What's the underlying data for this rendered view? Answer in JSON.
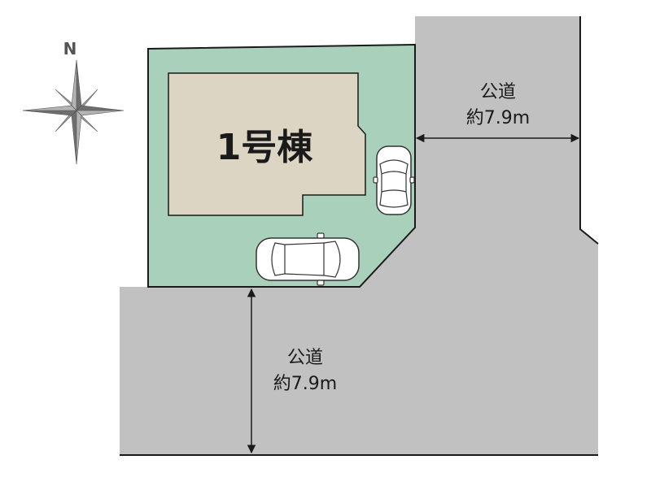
{
  "compass": {
    "north_label": "N",
    "icon": "compass-rose-icon"
  },
  "building": {
    "label": "1号棟"
  },
  "roads": [
    {
      "name": "公道",
      "width": "約7.9m"
    },
    {
      "name": "公道",
      "width": "約7.9m"
    }
  ],
  "parking": {
    "cars": 2,
    "icon": "car-icon"
  },
  "colors": {
    "lot": "#a9d0bb",
    "building": "#ddd5c3",
    "road": "#c1c1c1",
    "outline": "#1a1a1a",
    "compass": "#777777"
  }
}
